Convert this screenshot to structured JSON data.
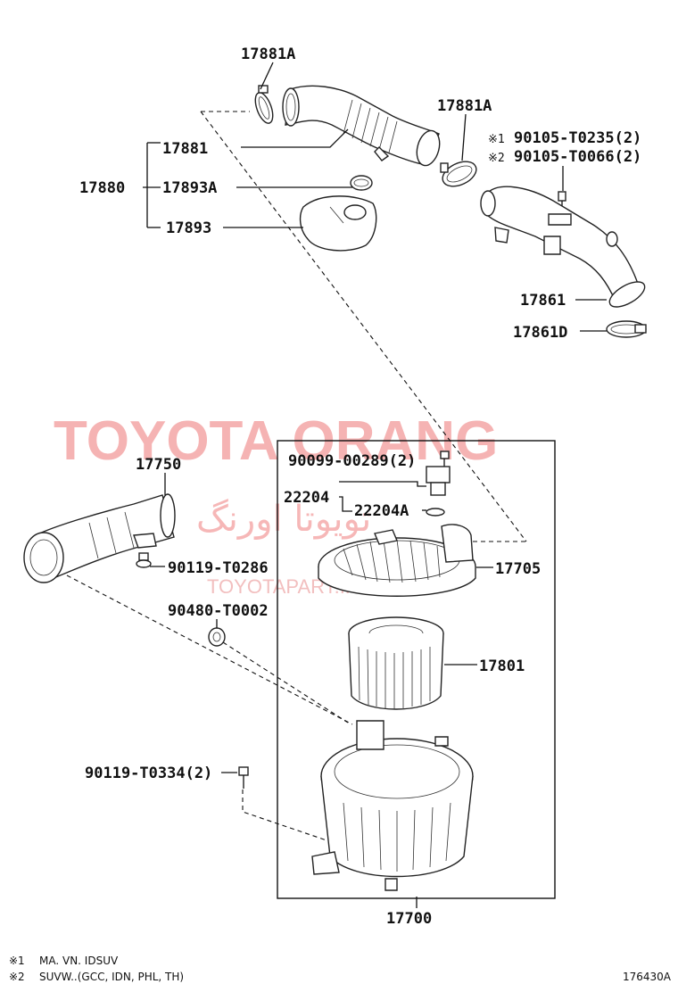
{
  "diagram": {
    "labels": {
      "p17881A_top": "17881A",
      "p17881A_right": "17881A",
      "note1_part": "90105-T0235(2)",
      "note2_part": "90105-T0066(2)",
      "note1_mark": "※1",
      "note2_mark": "※2",
      "p17881": "17881",
      "p17880": "17880",
      "p17893A": "17893A",
      "p17893": "17893",
      "p17861": "17861",
      "p17861D": "17861D",
      "p17750": "17750",
      "p90099": "90099-00289(2)",
      "p22204": "22204",
      "p22204A": "22204A",
      "p17705": "17705",
      "p90119_T0286": "90119-T0286",
      "p90480": "90480-T0002",
      "p17801": "17801",
      "p90119_T0334": "90119-T0334(2)",
      "p17700": "17700"
    },
    "footnotes": {
      "f1_mark": "※1",
      "f1_text": "MA. VN. IDSUV",
      "f2_mark": "※2",
      "f2_text": "SUVW..(GCC, IDN, PHL, TH)"
    },
    "figure_id": "176430A",
    "watermarks": {
      "main": "TOYOTA ORANG",
      "persian": "تویوتا اورنگ",
      "url": "TOYOTAPART.IR"
    }
  },
  "colors": {
    "line": "#111111",
    "watermark": "#f4a6a6"
  }
}
